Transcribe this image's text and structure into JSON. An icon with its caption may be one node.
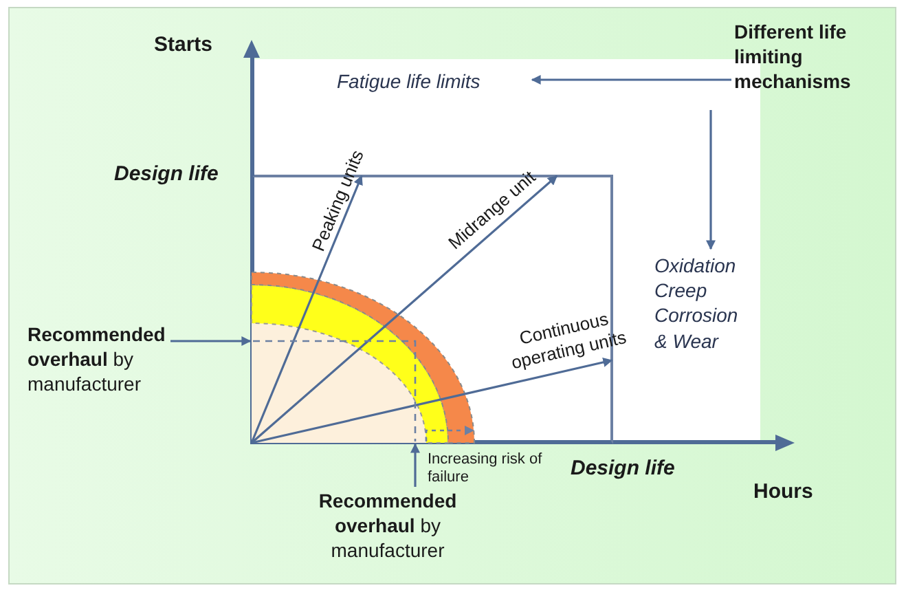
{
  "diagram": {
    "nodes": [
      {
        "text": [
          "Different life limiting mechanisms"
        ]
      },
      {
        "text": [
          "Fatigue life limits"
        ]
      },
      {
        "text": [
          "Oxidation Creep Corrosion & Wear"
        ]
      },
      {
        "text": [
          "**Recommended overhaul** by manufacturer"
        ]
      },
      {
        "text": [
          "**Recommended overhaul** by manufacturer"
        ]
      },
      {
        "text": [],
        "shape": "box"
      },
      {
        "text": [],
        "shape": "picture",
        "in": 5
      }
    ],
    "edges": [
      {
        "from": 0,
        "to": 1,
        "arrow": "to"
      },
      {
        "from": 0,
        "to": 2,
        "arrow": "to"
      },
      {
        "from": 3,
        "to": 6,
        "arrow": "to"
      },
      {
        "from": 4,
        "to": 6,
        "arrow": "to"
      },
      {
        "from": 6,
        "to": 5,
        "arrow": "to",
        "label": "Peaking units"
      },
      {
        "from": 6,
        "to": 5,
        "arrow": "to",
        "label": "Midrange unit"
      },
      {
        "from": 6,
        "to": 5,
        "arrow": "to",
        "label": "Continuous operating units"
      }
    ],
    "labels": [
      "Starts",
      "Design life",
      "Increasing risk of failure",
      "Design life",
      "Hours"
    ]
  }
}
